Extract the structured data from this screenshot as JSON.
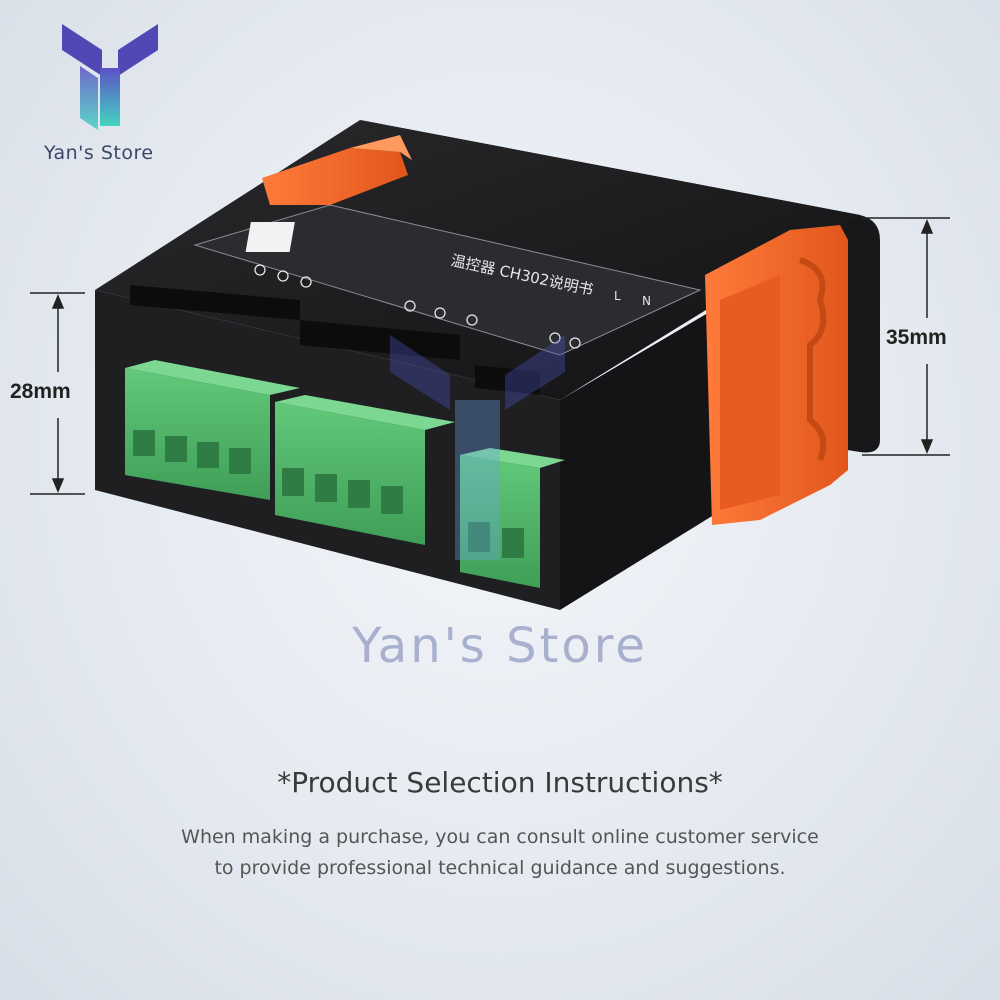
{
  "brand": {
    "logo_text": "Yan's Store",
    "watermark": "Yan's Store"
  },
  "product": {
    "label_model": "CH302",
    "label_chars": "温控器 CH302说明书",
    "terminal_letters": [
      "L",
      "N"
    ]
  },
  "dimensions": {
    "height_left": "28mm",
    "height_right": "35mm"
  },
  "section": {
    "title": "*Product Selection Instructions*",
    "line1": "When making a purchase, you can consult online customer service",
    "line2": "to provide professional technical guidance and suggestions."
  },
  "colors": {
    "housing": "#1e1e20",
    "terminal_green": "#4fb86a",
    "clip_orange": "#f06a2c",
    "logo_teal": "#4fd1c5",
    "logo_purple": "#5a4fb0"
  }
}
